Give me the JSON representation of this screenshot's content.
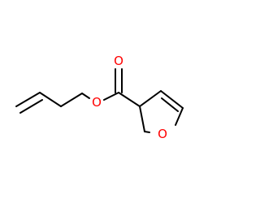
{
  "atom_labels": {
    "carbonyl_oxygen": "O",
    "ester_oxygen": "O",
    "ring_oxygen": "O"
  },
  "colors": {
    "bond": "#000000",
    "heteroatom": "#ff0000",
    "background": "#ffffff"
  }
}
